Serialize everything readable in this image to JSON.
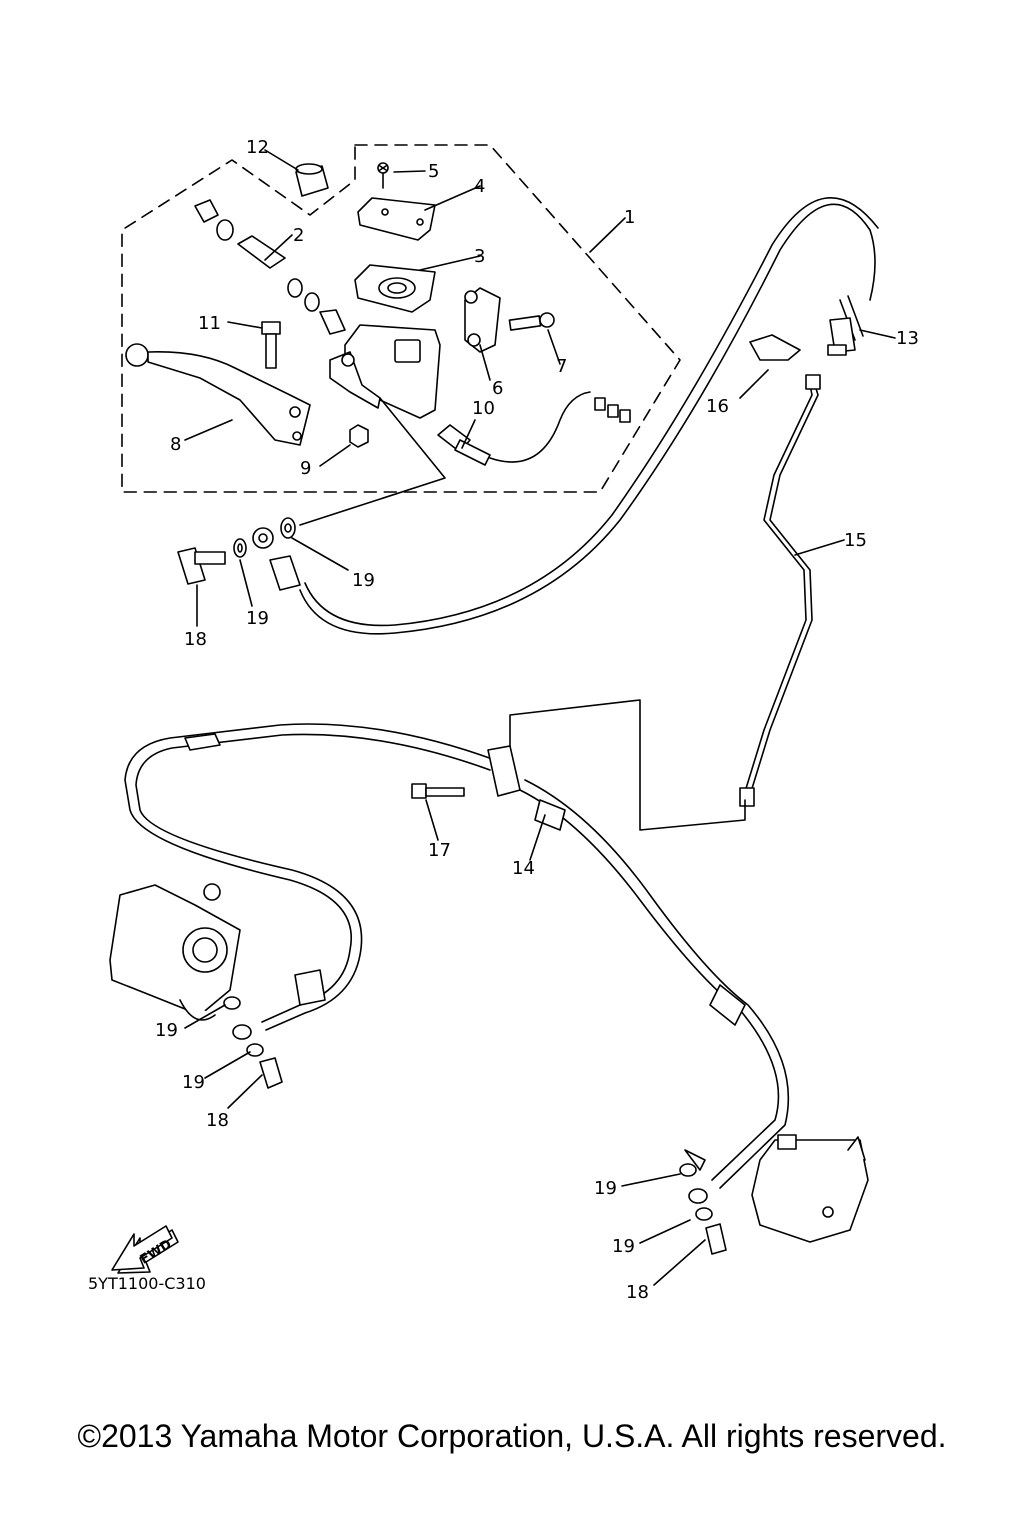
{
  "callouts": [
    {
      "id": "c1",
      "label": "1"
    },
    {
      "id": "c2",
      "label": "2"
    },
    {
      "id": "c3",
      "label": "3"
    },
    {
      "id": "c4",
      "label": "4"
    },
    {
      "id": "c5",
      "label": "5"
    },
    {
      "id": "c6",
      "label": "6"
    },
    {
      "id": "c7",
      "label": "7"
    },
    {
      "id": "c8",
      "label": "8"
    },
    {
      "id": "c9",
      "label": "9"
    },
    {
      "id": "c10",
      "label": "10"
    },
    {
      "id": "c11",
      "label": "11"
    },
    {
      "id": "c12",
      "label": "12"
    },
    {
      "id": "c13",
      "label": "13"
    },
    {
      "id": "c14",
      "label": "14"
    },
    {
      "id": "c15",
      "label": "15"
    },
    {
      "id": "c16",
      "label": "16"
    },
    {
      "id": "c17",
      "label": "17"
    },
    {
      "id": "c18a",
      "label": "18"
    },
    {
      "id": "c19a",
      "label": "19"
    },
    {
      "id": "c19b",
      "label": "19"
    },
    {
      "id": "c19c",
      "label": "19"
    },
    {
      "id": "c19d",
      "label": "19"
    },
    {
      "id": "c18b",
      "label": "18"
    },
    {
      "id": "c19e",
      "label": "19"
    },
    {
      "id": "c19f",
      "label": "19"
    },
    {
      "id": "c18c",
      "label": "18"
    }
  ],
  "fwd_label": "FWD",
  "diagram_code": "5YT1100-C310",
  "copyright": "©2013 Yamaha Motor Corporation, U.S.A. All rights reserved."
}
